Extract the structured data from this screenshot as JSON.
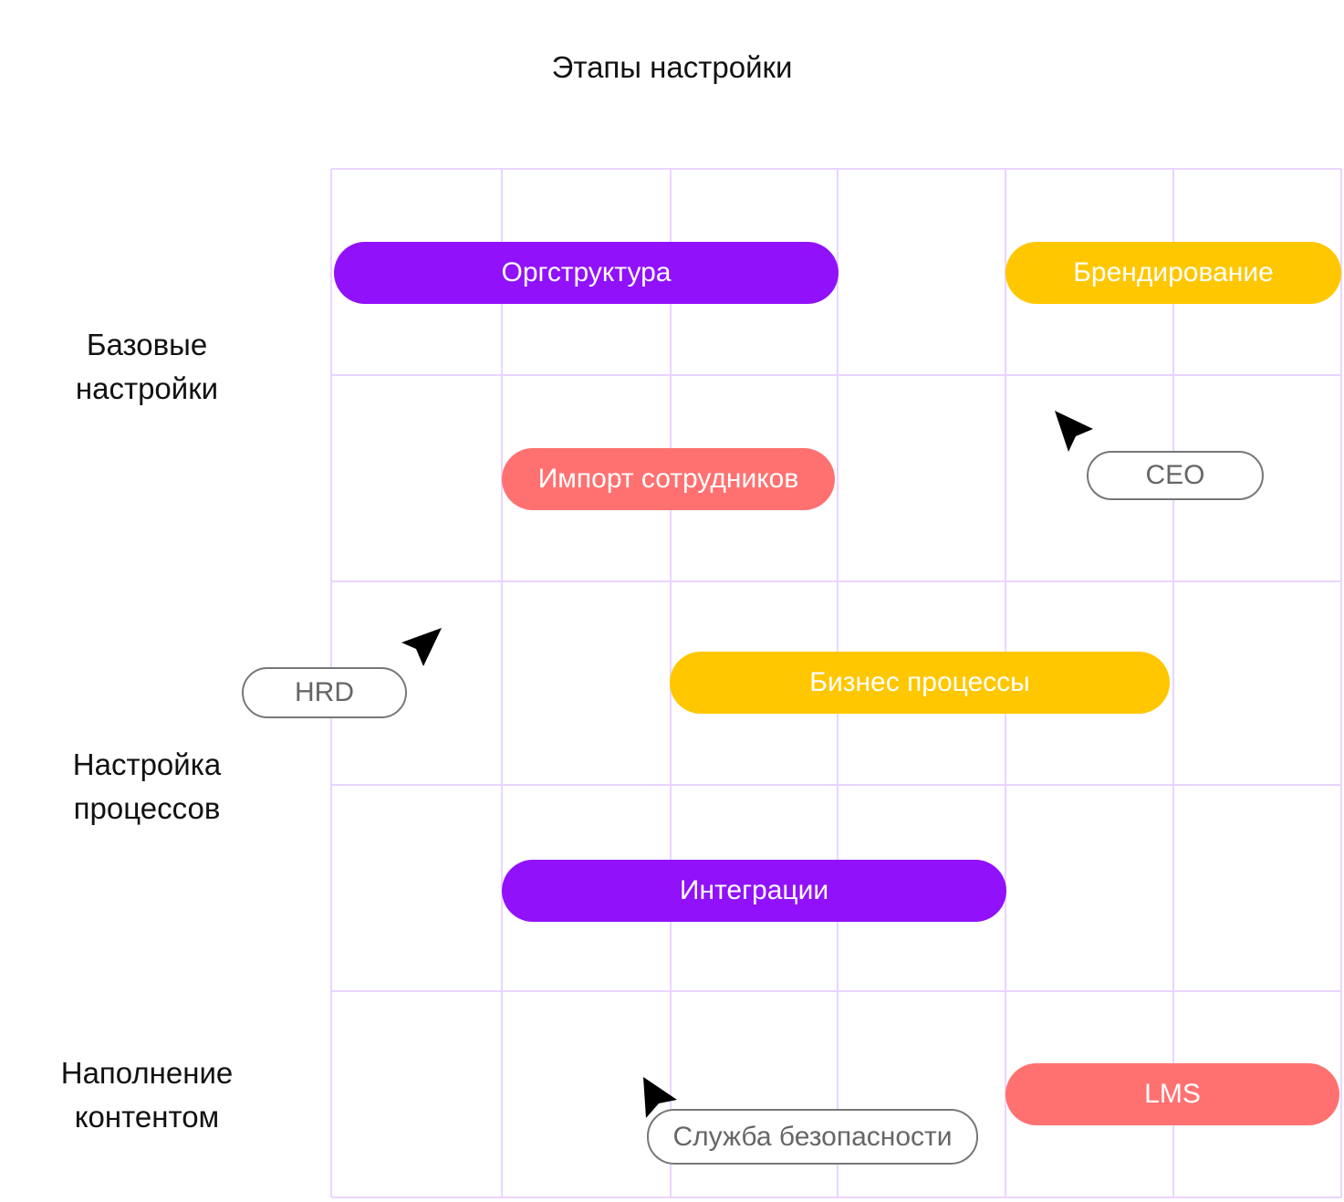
{
  "title": "Этапы настройки",
  "rows": [
    {
      "line1": "Базовые",
      "line2": "настройки"
    },
    {
      "line1": "Настройка",
      "line2": "процессов"
    },
    {
      "line1": "Наполнение",
      "line2": "контентом"
    }
  ],
  "bars": [
    {
      "label": "Оргструктура",
      "color": "#9111FB"
    },
    {
      "label": "Брендирование",
      "color": "#FFC700"
    },
    {
      "label": "Импорт сотрудников",
      "color": "#FF7171"
    },
    {
      "label": "Бизнес процессы",
      "color": "#FFC700"
    },
    {
      "label": "Интеграции",
      "color": "#9111FB"
    },
    {
      "label": "LMS",
      "color": "#FF7171"
    }
  ],
  "roles": [
    {
      "label": "CEO"
    },
    {
      "label": "HRD"
    },
    {
      "label": "Служба безопасности"
    }
  ],
  "colors": {
    "grid": "#EAD5FF",
    "cursor": "#000000"
  }
}
